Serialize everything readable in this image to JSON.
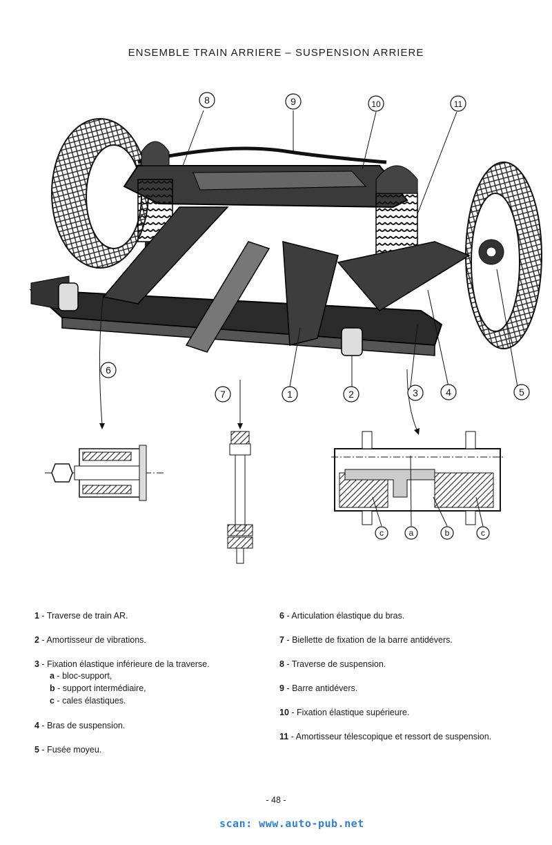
{
  "page": {
    "title": "ENSEMBLE TRAIN ARRIERE – SUSPENSION ARRIERE",
    "page_number": "- 48 -",
    "watermark": "scan: www.auto-pub.net"
  },
  "callouts": {
    "main": [
      "1",
      "2",
      "3",
      "4",
      "5",
      "6",
      "7",
      "8",
      "9",
      "10",
      "11"
    ],
    "detail": {
      "c_left": "c",
      "a": "a",
      "b": "b",
      "c_right": "c"
    }
  },
  "legend": {
    "items": [
      {
        "num": "1",
        "text": "Traverse de train AR."
      },
      {
        "num": "2",
        "text": "Amortisseur de vibrations."
      },
      {
        "num": "3",
        "text": "Fixation élastique inférieure de la traverse.",
        "subs": [
          {
            "letter": "a",
            "text": "bloc-support,"
          },
          {
            "letter": "b",
            "text": "support intermédiaire,"
          },
          {
            "letter": "c",
            "text": "cales élastiques."
          }
        ]
      },
      {
        "num": "4",
        "text": "Bras de suspension."
      },
      {
        "num": "5",
        "text": "Fusée moyeu."
      },
      {
        "num": "6",
        "text": "Articulation élastique du bras."
      },
      {
        "num": "7",
        "text": "Biellette de fixation de la barre antidévers."
      },
      {
        "num": "8",
        "text": "Traverse de suspension."
      },
      {
        "num": "9",
        "text": "Barre antidévers."
      },
      {
        "num": "10",
        "text": "Fixation élastique supérieure."
      },
      {
        "num": "11",
        "text": "Amortisseur télescopique et ressort de suspension."
      }
    ]
  }
}
